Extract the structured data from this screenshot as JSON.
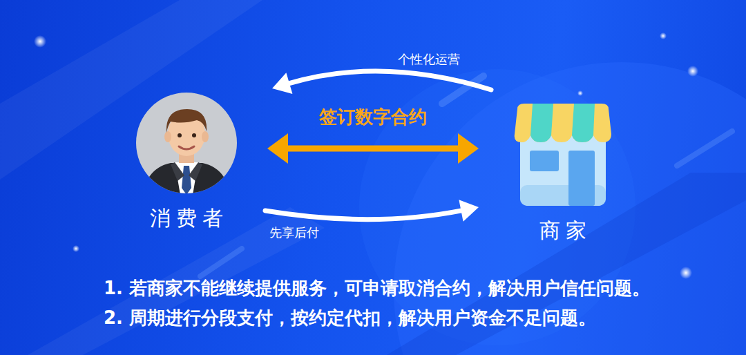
{
  "diagram": {
    "nodes": [
      {
        "text": [
          "消费者"
        ]
      },
      {
        "text": [
          "商家"
        ]
      }
    ],
    "edges": [
      {
        "from": 0,
        "to": 1,
        "label": "签订数字合约",
        "arrow": "both"
      },
      {
        "from": 0,
        "to": 1,
        "label": "先享后付",
        "arrow": "to"
      },
      {
        "from": 1,
        "to": 0,
        "label": "个性化运营",
        "arrow": "to"
      }
    ],
    "labels": [
      "1. 若商家不能继续提供服务，可申请取消合约，解决用户信任问题。",
      "2. 周期进行分段支付，按约定代扣，解决用户资金不足问题。"
    ]
  }
}
